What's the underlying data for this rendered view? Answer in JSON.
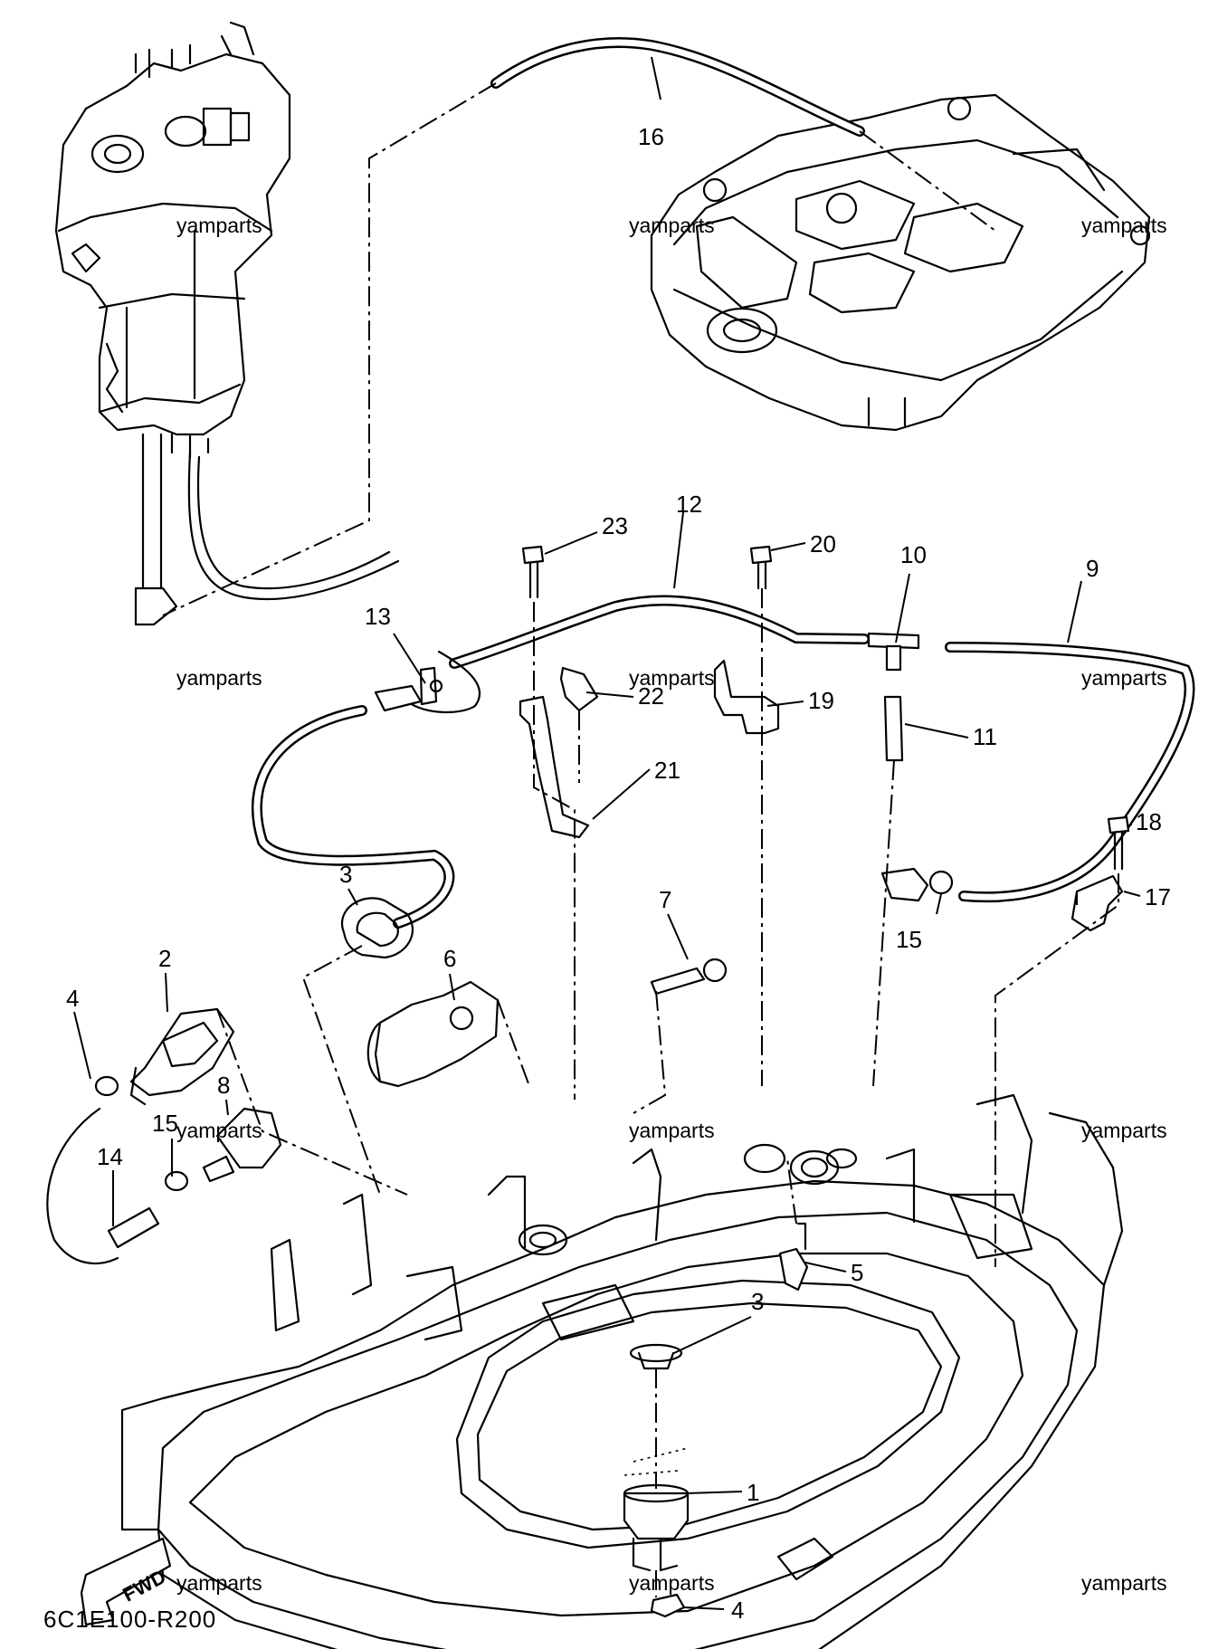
{
  "diagram_code": "6C1E100-R200",
  "fwd_label": "FWD",
  "watermark": "yamparts",
  "callouts": {
    "c1": "1",
    "c2": "2",
    "c3a": "3",
    "c3b": "3",
    "c4a": "4",
    "c4b": "4",
    "c5": "5",
    "c6": "6",
    "c7": "7",
    "c8": "8",
    "c9": "9",
    "c10": "10",
    "c11": "11",
    "c12": "12",
    "c13": "13",
    "c14": "14",
    "c15a": "15",
    "c15b": "15",
    "c16": "16",
    "c17": "17",
    "c18": "18",
    "c19": "19",
    "c20": "20",
    "c21": "21",
    "c22": "22",
    "c23": "23"
  }
}
